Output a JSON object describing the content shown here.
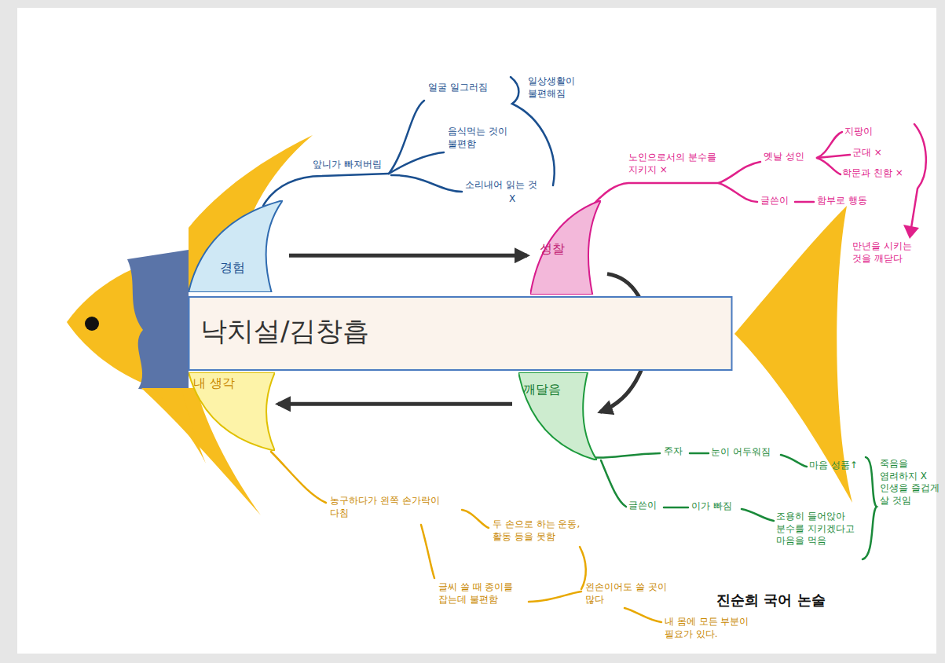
{
  "diagram": {
    "title": "낙치설/김창흡",
    "nodes": [
      {
        "text": [
          "낙치설/김창흡"
        ]
      },
      {
        "text": [
          "경험"
        ]
      },
      {
        "text": [
          "성찰"
        ]
      },
      {
        "text": [
          "깨달음"
        ]
      },
      {
        "text": [
          "내 생각"
        ]
      }
    ],
    "edges": [
      {
        "from": 1,
        "to": 2,
        "arrow": "to"
      },
      {
        "from": 2,
        "to": 3,
        "arrow": "to"
      },
      {
        "from": 3,
        "to": 4,
        "arrow": "to"
      }
    ],
    "labels": [
      "앞니가 빠져버림",
      "얼굴 일그러짐",
      "일상생활이 불편해짐",
      "음식먹는 것이 불편함",
      "소리내어 읽는 것",
      "X",
      "노인으로서의 분수를 지키지 ×",
      "옛날 성인",
      "지팡이",
      "군대 ×",
      "학문과 친함 ×",
      "글쓴이",
      "함부로 행동",
      "만년을 시키는 것을 깨닫다",
      "주자",
      "눈이 어두워짐",
      "마음 성품↑",
      "죽음을 염려하지 X 인생을 즐겁게 살 것임",
      "글쓴이",
      "이가 빠짐",
      "조용히 들어앉아 분수를 지키겠다고 마음을 먹음",
      "농구하다가 왼쪽 손가락이 다침",
      "두 손으로 하는 운동, 활동 등을 못함",
      "글씨 쓸 때 종이를 잡는데 불편함",
      "왼손이어도 쓸 곳이 많다",
      "내 몸에 모든 부분이 필요가 있다.",
      "진순희 국어 논술"
    ]
  }
}
